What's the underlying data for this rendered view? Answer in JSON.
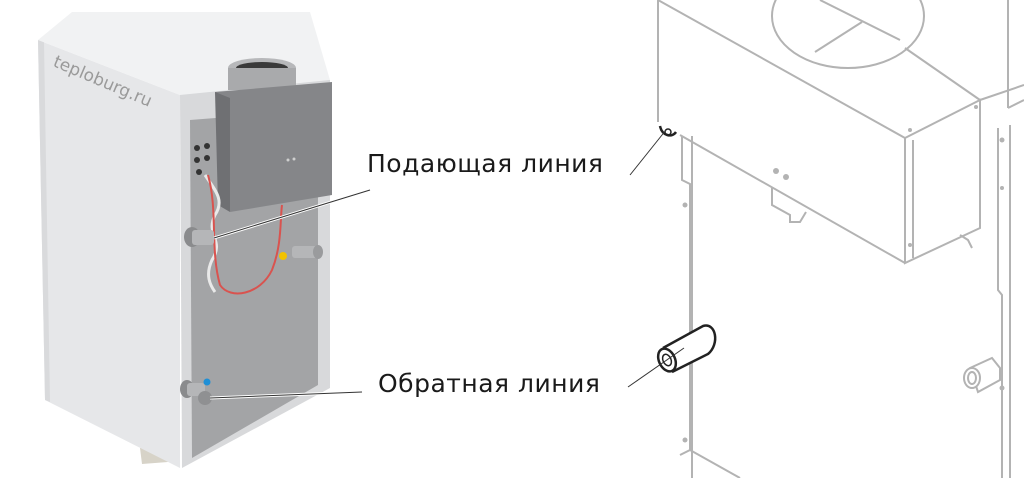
{
  "watermark": {
    "text": "teploburg.ru"
  },
  "labels": {
    "supply": "Подающая линия",
    "return": "Обратная линия"
  },
  "colors": {
    "background": "#ffffff",
    "casing": "#e4e5e7",
    "casing_shade": "#cfd1d4",
    "rear_panel": "#9d9ea0",
    "flue_box": "#7e7f82",
    "wire_red": "#d9534f",
    "supply_dot": "#f2c200",
    "return_dot": "#1f8fd6",
    "line_drawing": "#b3b3b3",
    "leader_line": "#333333"
  }
}
